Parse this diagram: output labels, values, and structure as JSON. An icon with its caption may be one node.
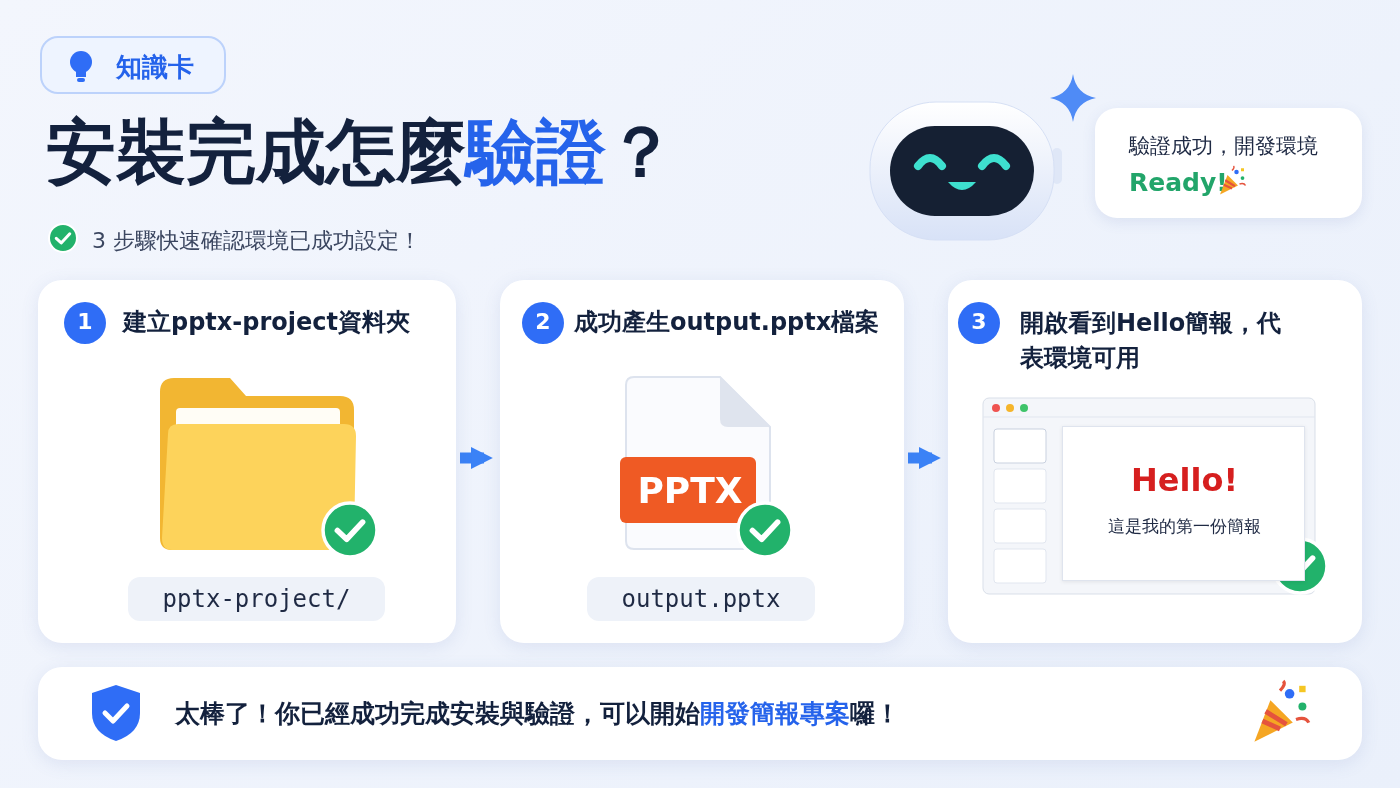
{
  "diagram": {
    "title": "安裝完成怎麼**驗證**？",
    "nodes": [
      {
        "text": [
          "知識卡"
        ]
      },
      {
        "text": [
          "驗證成功，開發環境",
          "Ready!"
        ]
      },
      {
        "text": [
          "建立pptx-project資料夾"
        ]
      },
      {
        "text": [
          "1"
        ],
        "in": 2
      },
      {
        "text": [
          "pptx-project/"
        ],
        "in": 2
      },
      {
        "text": [
          "成功產生output.pptx檔案"
        ]
      },
      {
        "text": [
          "2"
        ],
        "in": 5
      },
      {
        "text": [
          "output.pptx"
        ],
        "in": 5
      },
      {
        "text": [
          "開啟看到Hello簡報，代表環境可用"
        ]
      },
      {
        "text": [
          "3"
        ],
        "in": 8
      },
      {
        "text": [
          "Hello!",
          "這是我的第一份簡報"
        ],
        "in": 8
      },
      {
        "text": [
          "太棒了！你已經成功完成安裝與驗證，可以開始**開發簡報專案**囉！"
        ]
      }
    ],
    "edges": [
      {
        "from": 2,
        "to": 5,
        "arrow": "to"
      },
      {
        "from": 5,
        "to": 8,
        "arrow": "to"
      }
    ],
    "labels": [
      "3 步驟快速確認環境已成功設定！",
      "PPTX"
    ]
  }
}
